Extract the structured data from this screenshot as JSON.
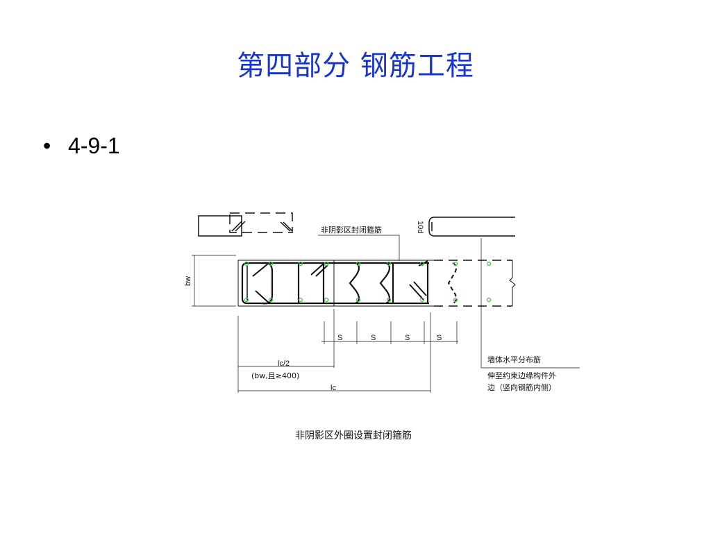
{
  "slide": {
    "title": "第四部分  钢筋工程",
    "bullet": "•",
    "bullet_text": "4-9-1"
  },
  "diagram": {
    "label_non_shadow_stirrup": "非阴影区封闭箍筋",
    "label_10d": "10d",
    "label_bw": "bw",
    "label_s": [
      "S",
      "S",
      "S",
      "S"
    ],
    "label_lc_half": "lc/2",
    "label_lc_half_note": "(bw,且≥400)",
    "label_lc": "lc",
    "label_wall_rebar": "墙体水平分布筋",
    "label_extend_line1": "伸至约束边缘构件外",
    "label_extend_line2": "边（竖向钢筋内侧）",
    "caption": "非阴影区外圈设置封闭箍筋",
    "colors": {
      "dot": "#3cc83c",
      "line": "#111111",
      "title": "#1a35c9"
    }
  }
}
